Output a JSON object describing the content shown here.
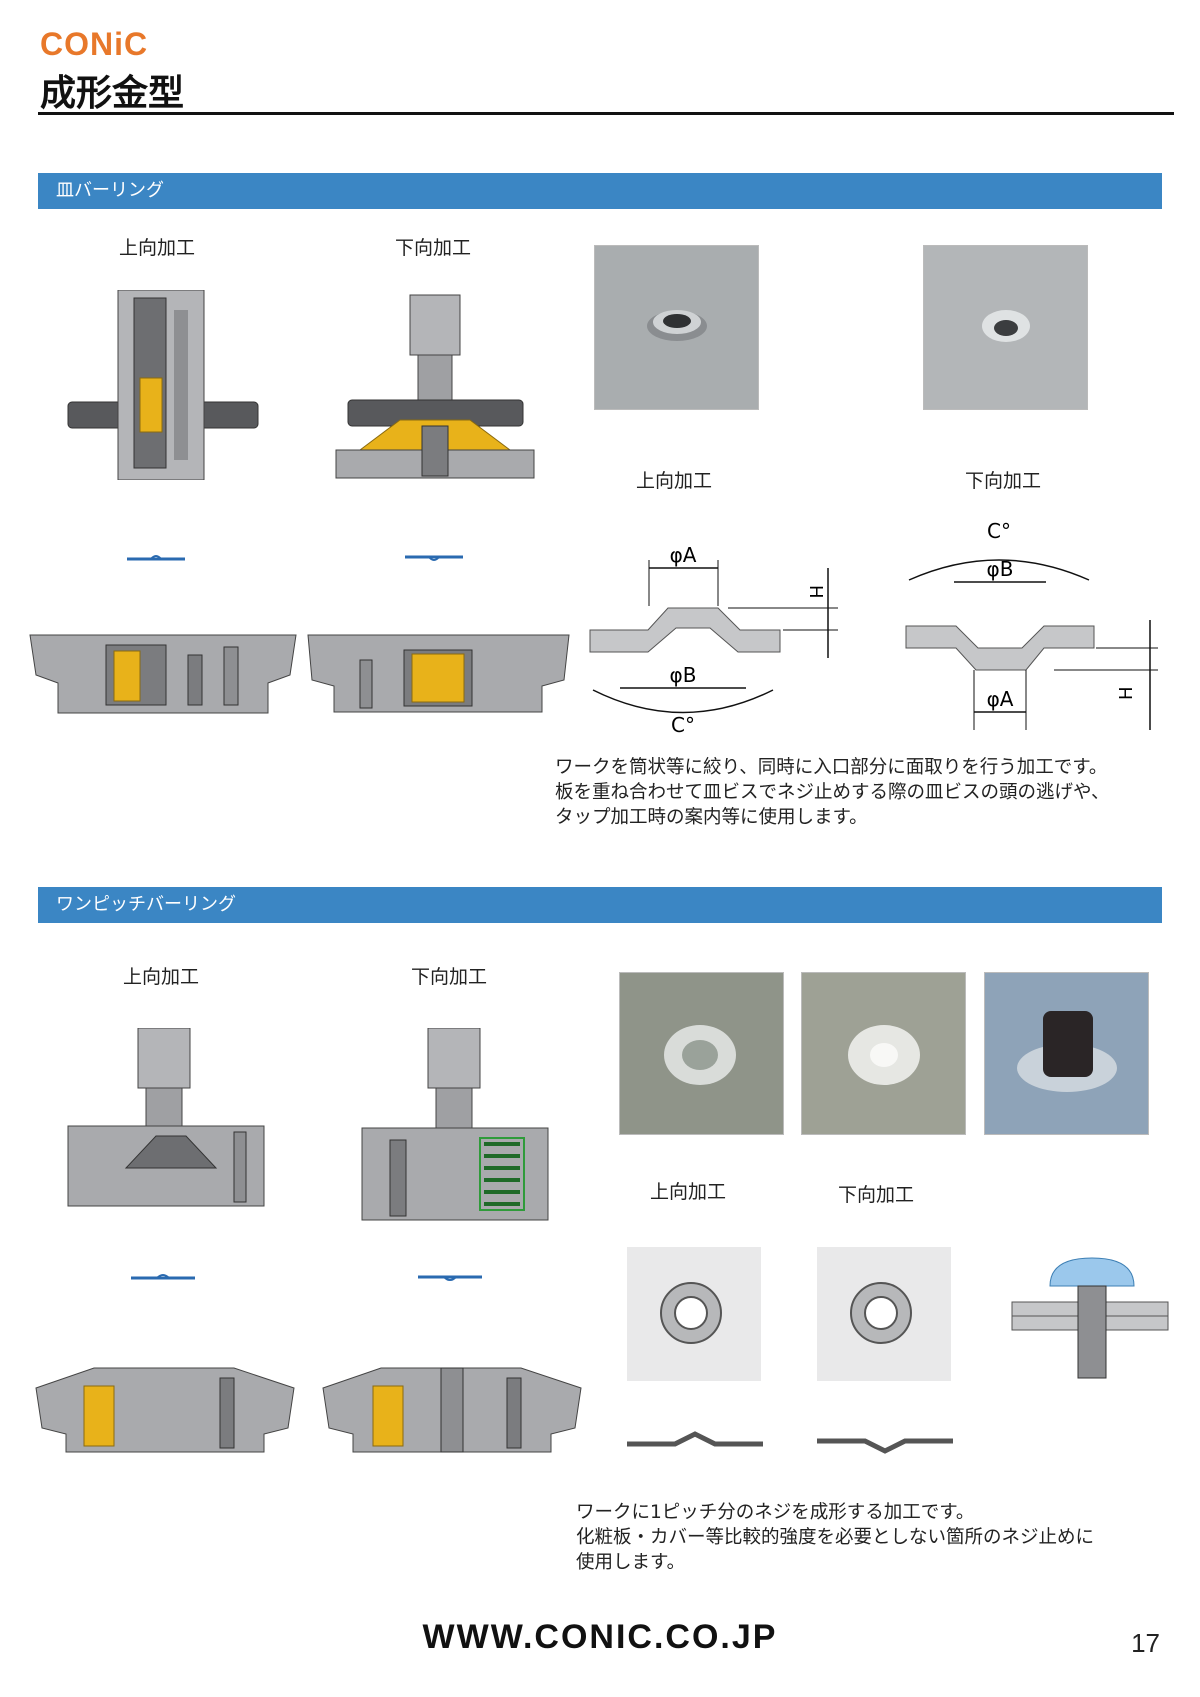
{
  "header": {
    "logo": "CONiC",
    "title": "成形金型"
  },
  "sections": [
    {
      "title": "皿バーリング",
      "labels": {
        "up": "上向加工",
        "down": "下向加工",
        "dim_up": "上向加工",
        "dim_down": "下向加工"
      },
      "dims": {
        "phiA": "φA",
        "phiB": "φB",
        "angle": "C°",
        "height": "H"
      },
      "description": "ワークを筒状等に絞り、同時に入口部分に面取りを行う加工です。\n板を重ね合わせて皿ビスでネジ止めする際の皿ビスの頭の逃げや、\nタップ加工時の案内等に使用します。"
    },
    {
      "title": "ワンピッチバーリング",
      "labels": {
        "up": "上向加工",
        "down": "下向加工",
        "photo_up": "上向加工",
        "photo_down": "下向加工"
      },
      "description": "ワークに1ピッチ分のネジを成形する加工です。\n化粧板・カバー等比較的強度を必要としない箇所のネジ止めに\n使用します。"
    }
  ],
  "footer": {
    "url": "WWW.CONIC.CO.JP",
    "page": "17"
  },
  "colors": {
    "brand": "#e8782a",
    "band": "#3b86c4",
    "steel": "#a9aaad",
    "insert": "#e8b21a",
    "spring": "#2f9b3a"
  }
}
